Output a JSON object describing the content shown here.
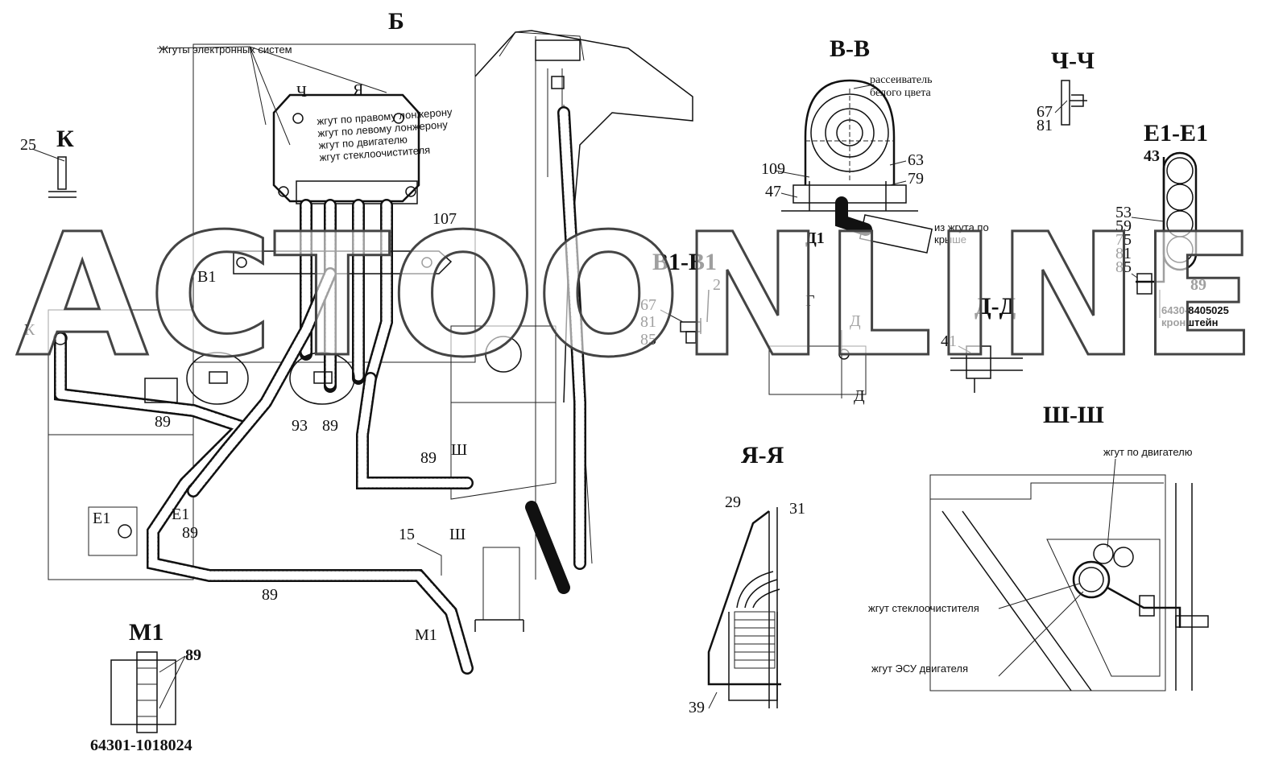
{
  "watermark": "ACTOONLINE",
  "views": {
    "b": "Б",
    "k": "К",
    "vv": "В-В",
    "chch": "Ч-Ч",
    "e1e1": "E1-E1",
    "v1v1": "B1-B1",
    "yaya": "Я-Я",
    "shsh": "Ш-Ш",
    "m1": "M1",
    "g": "Г",
    "dd": "Д-Д"
  },
  "notes": {
    "harness_electronic": "Жгуты электронных систем",
    "diffuser": "рассеиватель белого цвета",
    "from_roof": "из жгута по крыше",
    "bracket": "6430-8405025 кронштейн",
    "part_m1": "64301-1018024",
    "engine_harness": "жгут по двигателю",
    "wiper_harness": "жгут стеклоочистителя",
    "esu_harness": "жгут ЭСУ двигателя"
  },
  "plate_lines": [
    "жгут по правому лонжерону",
    "жгут по левому лонжерону",
    "жгут по двигателю",
    "жгут стеклоочистителя"
  ],
  "section_marks": {
    "ch": "Ч",
    "ya": "Я",
    "k": "К",
    "v1": "B1",
    "e1": "E1",
    "sh": "Ш",
    "m1": "M1",
    "d": "Д",
    "d1": "Д1"
  },
  "callouts": {
    "n25": "25",
    "n107": "107",
    "n89": "89",
    "n93": "93",
    "n15": "15",
    "n67": "67",
    "n81": "81",
    "n85": "85",
    "n2": "2",
    "n109": "109",
    "n47": "47",
    "n63": "63",
    "n79": "79",
    "n43": "43",
    "n53": "53",
    "n59": "59",
    "n75": "75",
    "n41": "41",
    "n29": "29",
    "n31": "31",
    "n39": "39"
  }
}
